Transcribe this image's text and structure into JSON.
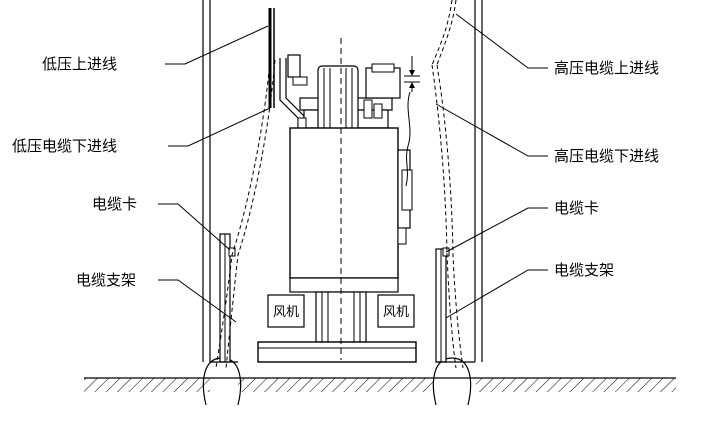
{
  "labels": {
    "low_voltage_top_inlet": "低压上进线",
    "low_voltage_cable_bottom_inlet": "低压电缆下进线",
    "cable_clamp_left": "电缆卡",
    "cable_bracket_left": "电缆支架",
    "high_voltage_cable_top_inlet": "高压电缆上进线",
    "high_voltage_cable_bottom_inlet": "高压电缆下进线",
    "cable_clamp_right": "电缆卡",
    "cable_bracket_right": "电缆支架"
  },
  "fans": {
    "left": "风机",
    "right": "风机"
  },
  "colors": {
    "line": "#000000",
    "background": "#ffffff"
  }
}
